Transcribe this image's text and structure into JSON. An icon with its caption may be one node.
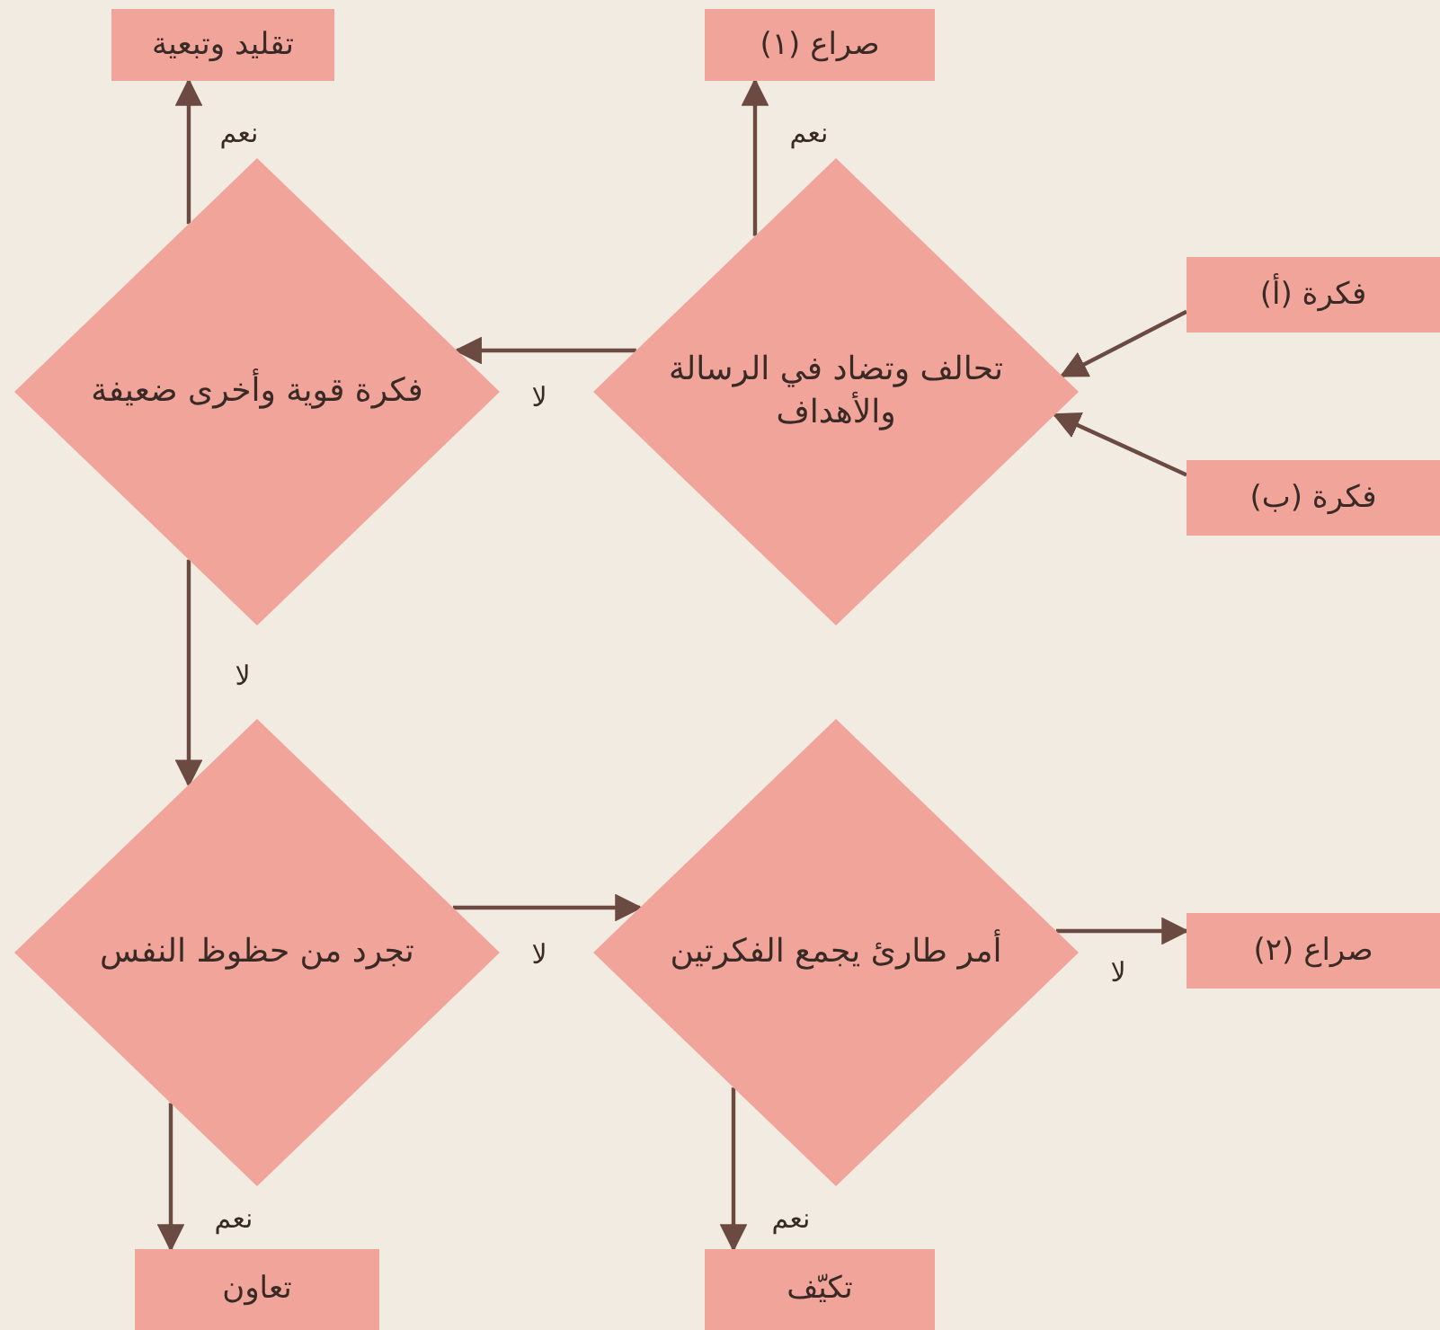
{
  "diagram": {
    "nodes": [
      {
        "text": [
          "تقليد وتبعية"
        ]
      },
      {
        "text": [
          "صراع (١)"
        ]
      },
      {
        "text": [
          "فكرة قوية وأخرى ضعيفة"
        ]
      },
      {
        "text": [
          "تحالف وتضاد في الرسالة والأهداف"
        ]
      },
      {
        "text": [
          "فكرة (أ)"
        ]
      },
      {
        "text": [
          "فكرة (ب)"
        ]
      },
      {
        "text": [
          "تجرد من حظوظ النفس"
        ]
      },
      {
        "text": [
          "أمر طارئ يجمع الفكرتين"
        ]
      },
      {
        "text": [
          "صراع (٢)"
        ]
      },
      {
        "text": [
          "تعاون"
        ]
      },
      {
        "text": [
          "تكيّف"
        ]
      }
    ],
    "edges": [
      {
        "from": 2,
        "to": 0,
        "arrow": "to",
        "label": "نعم"
      },
      {
        "from": 3,
        "to": 1,
        "arrow": "to",
        "label": "نعم"
      },
      {
        "from": 4,
        "to": 3,
        "arrow": "to"
      },
      {
        "from": 5,
        "to": 3,
        "arrow": "to"
      },
      {
        "from": 3,
        "to": 2,
        "arrow": "to",
        "label": "لا"
      },
      {
        "from": 2,
        "to": 6,
        "arrow": "to",
        "label": "لا"
      },
      {
        "from": 6,
        "to": 7,
        "arrow": "to",
        "label": "لا"
      },
      {
        "from": 7,
        "to": 8,
        "arrow": "to",
        "label": "لا"
      },
      {
        "from": 6,
        "to": 9,
        "arrow": "to",
        "label": "نعم"
      },
      {
        "from": 7,
        "to": 10,
        "arrow": "to",
        "label": "نعم"
      }
    ]
  }
}
